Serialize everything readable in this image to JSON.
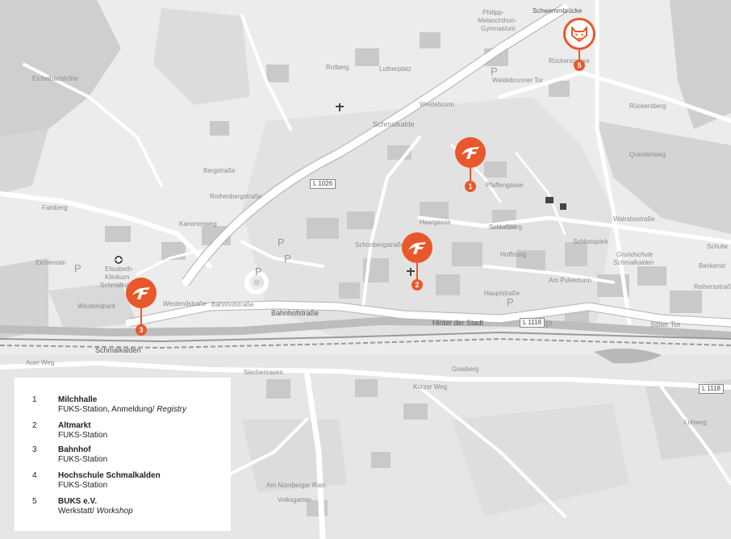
{
  "map": {
    "accent_color": "#e8582a",
    "labels": {
      "schwemmbruecke": "Schwemmbrücke",
      "philipp": "Philipp-",
      "melanchthon": "Melanchthon-",
      "gymnasium": "Gymnasium",
      "rotberg": "Rotberg",
      "lutherplatz": "Lutherplatz",
      "schmalkalde": "Schmalkalde",
      "l1026": "L 1026",
      "l1118_a": "L 1118",
      "l1118_b": "L 1118",
      "bahnhofstrasse": "Bahnhofstraße",
      "westendstrasse": "Westendstraße",
      "westendpark": "Westendpark",
      "schmalkalden": "Schmalkalden",
      "hinter_der_stadt": "Hinter der Stadt",
      "stiller_tor": "Stiller Tor",
      "auer_weg": "Auer Weg",
      "siechenrasen": "Siechenrasen",
      "kurzer_weg": "Kurzer Weg",
      "grasberg": "Grasberg",
      "am_nuernberger_rain": "Am Nürnberger Rain",
      "volksgarten": "Volksgarten",
      "elisabeth": "Elisabeth-",
      "klinikum": "Klinikum",
      "schmalkalden_small": "Schmalkalden",
      "eichenrain": "Eichenrain",
      "kanonenweg": "Kanonenweg",
      "rothenbergstrasse": "Rothenbergstraße",
      "fainberg": "Fainberg",
      "bergstrasse": "Bergstraße",
      "haargasse": "Haargasse",
      "pfaffengasse": "Pfaffengasse",
      "schlossberg": "Schloßberg",
      "schlosspark": "Schlosspark",
      "grundschule": "Grundschule",
      "schmalkalden_gs": "Schmalkalden",
      "am_pulverturm": "Am Pulverturm",
      "queste": "Questenweg",
      "weidebrunner_tor": "Weidebrunner Tor",
      "rueckersgasse": "Rückersgasse",
      "rueckersberg": "Rückersberg",
      "walrabsstrasse": "Walrabsstraße",
      "schulw": "Schulw",
      "beckerstrasse": "Beckerstr",
      "reihersstrasse": "Reihersstraße",
      "hoffnung": "Hoffnung",
      "lohweg": "Lohweg",
      "sch_strasse": "Schönbergstraße",
      "eichelbach": "Eichelbachhöhe",
      "ha_strasse": "Hauptstraße",
      "weidebrunn": "Weidebrunn",
      "p1": "P",
      "p2": "P",
      "p3": "P",
      "p4": "P",
      "p5": "P",
      "p6": "P",
      "p7": "P"
    },
    "pins": [
      {
        "number": "1"
      },
      {
        "number": "2"
      },
      {
        "number": "3"
      },
      {
        "number": "5"
      }
    ]
  },
  "legend": {
    "items": [
      {
        "number": "1",
        "title": "Milchhalle",
        "subtitle": "FUKS-Station, Anmeldung/",
        "subtitle_italic": "Registry"
      },
      {
        "number": "2",
        "title": "Altmarkt",
        "subtitle": "FUKS-Station",
        "subtitle_italic": ""
      },
      {
        "number": "3",
        "title": "Bahnhof",
        "subtitle": "FUKS-Station",
        "subtitle_italic": ""
      },
      {
        "number": "4",
        "title": "Hochschule Schmalkalden",
        "subtitle": "FUKS-Station",
        "subtitle_italic": ""
      },
      {
        "number": "5",
        "title": "BUKS e.V.",
        "subtitle": "Werkstatt/",
        "subtitle_italic": "Workshop"
      }
    ]
  }
}
